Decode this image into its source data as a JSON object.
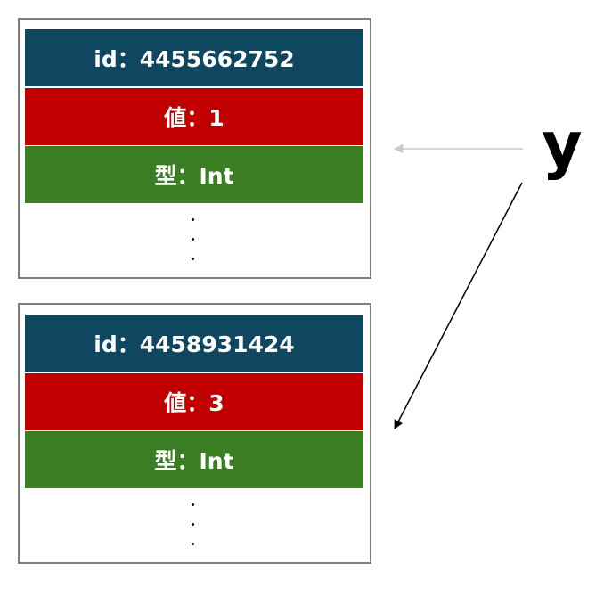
{
  "objects": [
    {
      "id_text": "id：4455662752",
      "value_text": "値：1",
      "type_text": "型：Int"
    },
    {
      "id_text": "id：4458931424",
      "value_text": "値：3",
      "type_text": "型：Int"
    }
  ],
  "variable": {
    "name": "y"
  },
  "colors": {
    "id_bg": "#0f4761",
    "value_bg": "#c00000",
    "type_bg": "#3b7d23",
    "old_reference_arrow": "#c8c8c8",
    "current_reference_arrow": "#000000"
  }
}
